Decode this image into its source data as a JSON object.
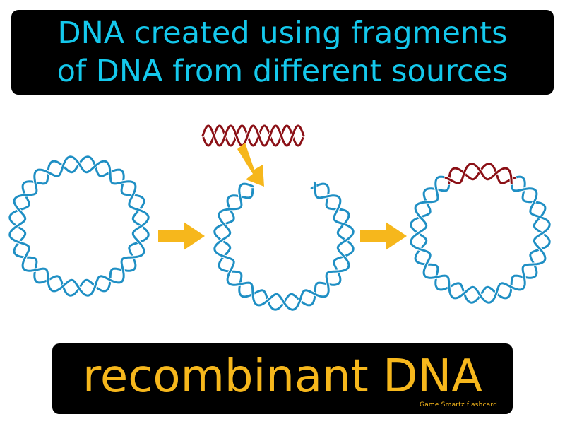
{
  "definition": {
    "line1": "DNA created using fragments",
    "line2": "of DNA from different sources"
  },
  "term": "recombinant DNA",
  "branding": "Game Smartz flashcard",
  "colors": {
    "definition_text": "#14c8ec",
    "term_text": "#f6b71c",
    "panel_background": "#000000",
    "plasmid_strand": "#1f8fc4",
    "foreign_fragment": "#8b1016",
    "arrow": "#f6b71c"
  }
}
